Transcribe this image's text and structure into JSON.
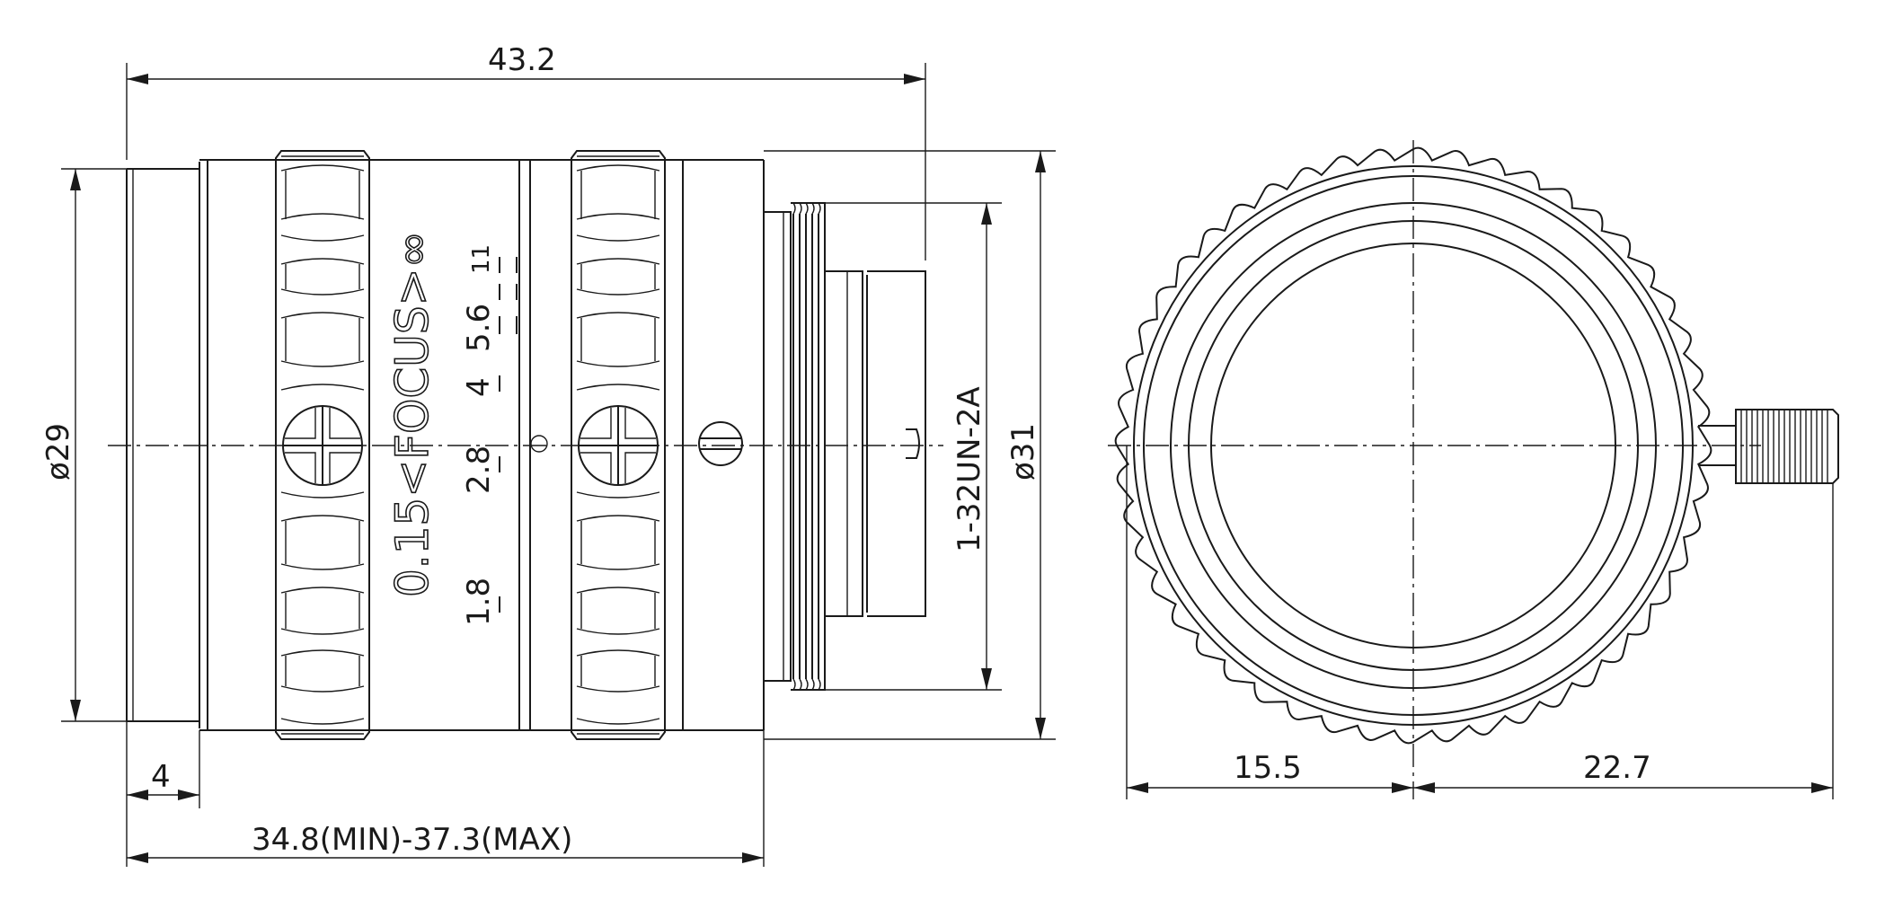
{
  "dimensions": {
    "overall_length": "43.2",
    "front_diameter": "ø29",
    "body_diameter": "ø31",
    "thread_spec": "1-32UN-2A",
    "front_step": "4",
    "body_length": "34.8(MIN)-37.3(MAX)",
    "center_to_left": "15.5",
    "center_to_screw": "22.7"
  },
  "ring_markings": {
    "focus_scale": "0.15<FOCUS>∞",
    "aperture_1_8": "1.8",
    "aperture_2_8": "2.8",
    "aperture_4": "4",
    "aperture_5_6": "5.6",
    "aperture_11": "11"
  }
}
